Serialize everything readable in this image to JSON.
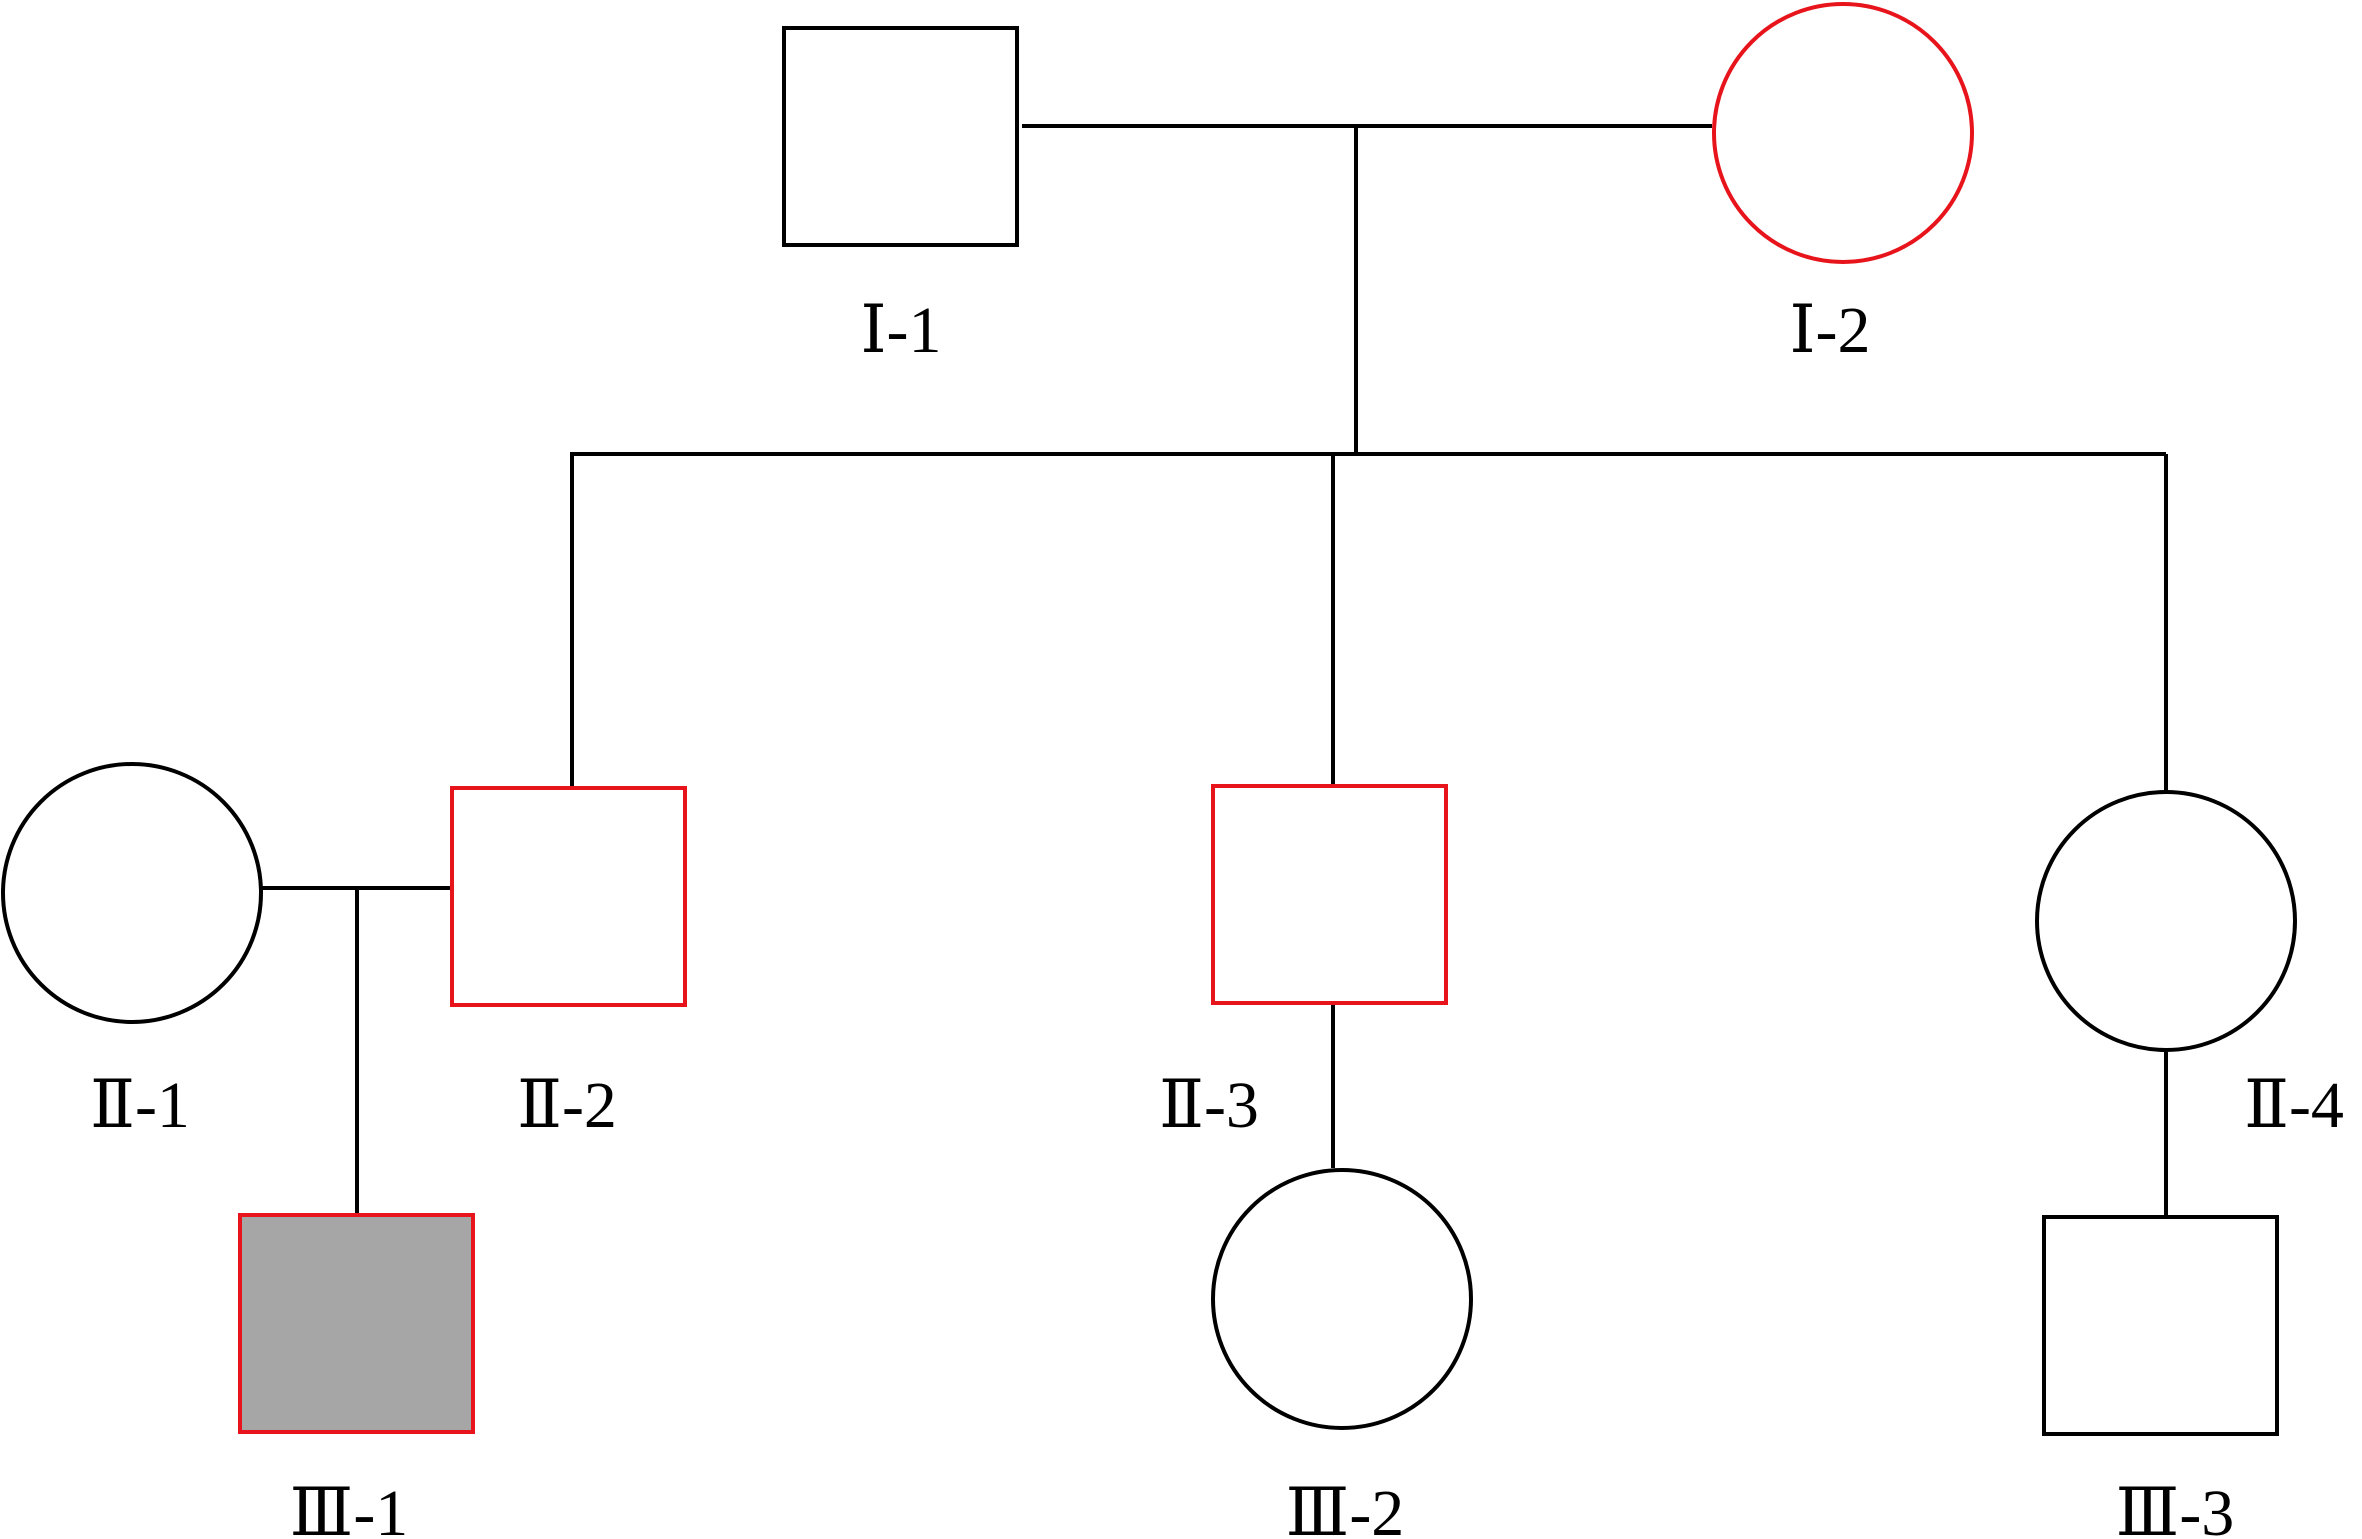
{
  "colors": {
    "line": "#000000",
    "carrier_outline": "#e8141c",
    "normal_outline": "#000000",
    "affected_fill": "#a6a6a6",
    "unaffected_fill": "#ffffff"
  },
  "individuals": [
    {
      "id": "I-1",
      "label": "Ⅰ-1",
      "sex": "male",
      "status": "normal"
    },
    {
      "id": "I-2",
      "label": "Ⅰ-2",
      "sex": "female",
      "status": "carrier"
    },
    {
      "id": "II-1",
      "label": "Ⅱ-1",
      "sex": "female",
      "status": "normal"
    },
    {
      "id": "II-2",
      "label": "Ⅱ-2",
      "sex": "male",
      "status": "carrier"
    },
    {
      "id": "II-3",
      "label": "Ⅱ-3",
      "sex": "male",
      "status": "carrier"
    },
    {
      "id": "II-4",
      "label": "Ⅱ-4",
      "sex": "female",
      "status": "normal"
    },
    {
      "id": "III-1",
      "label": "Ⅲ-1",
      "sex": "male",
      "status": "affected"
    },
    {
      "id": "III-2",
      "label": "Ⅲ-2",
      "sex": "female",
      "status": "normal"
    },
    {
      "id": "III-3",
      "label": "Ⅲ-3",
      "sex": "male",
      "status": "normal"
    }
  ]
}
